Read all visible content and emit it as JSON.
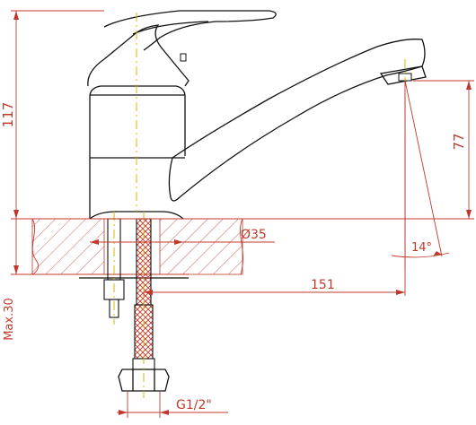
{
  "dimensions": {
    "height_overall": "117",
    "spout_height": "77",
    "body_diameter": "Ø35",
    "spout_reach": "151",
    "max_thickness": "Max.30",
    "angle": "14°",
    "thread": "G1/2\""
  },
  "colors": {
    "outline": "#111111",
    "dimension": "#c0392b",
    "centerline": "#d4b800"
  }
}
